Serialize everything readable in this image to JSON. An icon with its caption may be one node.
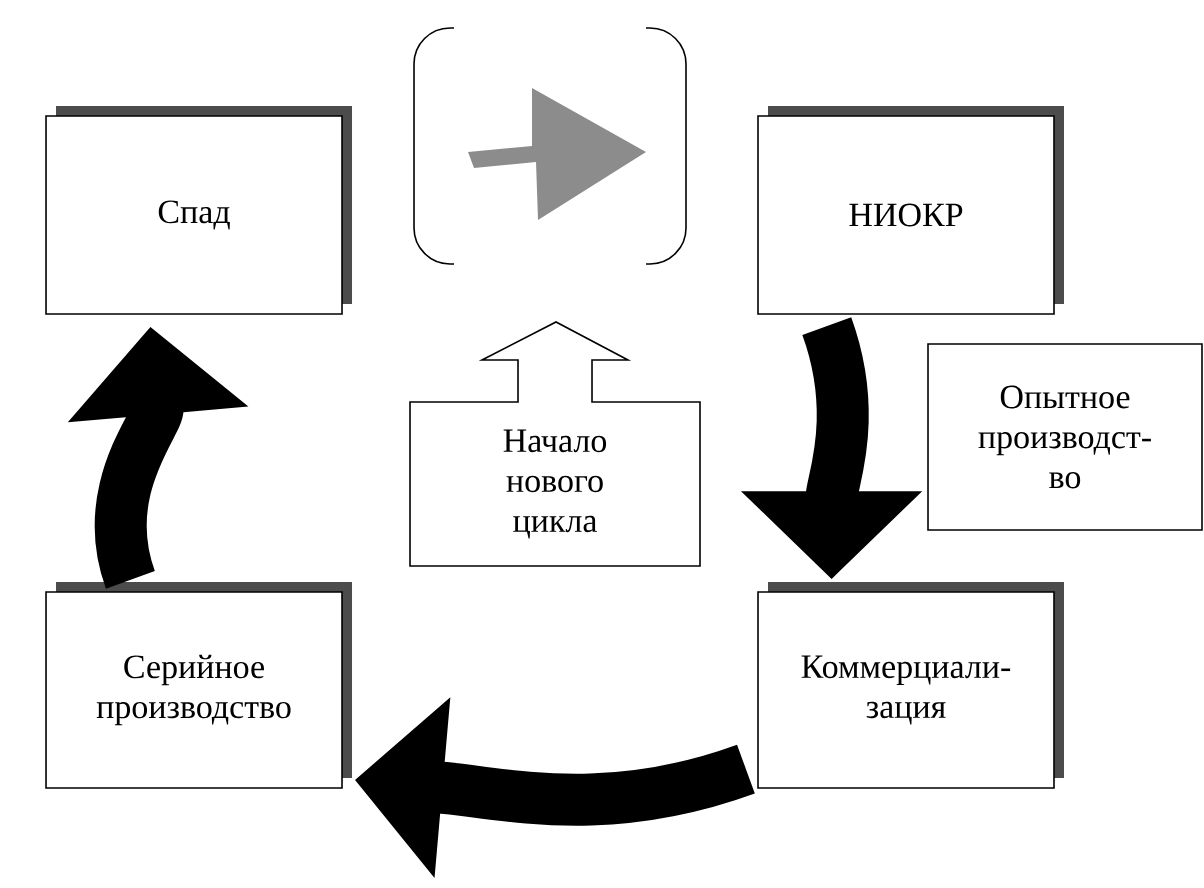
{
  "diagram": {
    "nodes": [
      {
        "text": [
          "Спад"
        ]
      },
      {
        "text": [],
        "shape": "bracket"
      },
      {
        "text": [
          "НИОКР"
        ]
      },
      {
        "text": [
          "Начало нового цикла"
        ]
      },
      {
        "text": [
          "Опытное производст-во"
        ]
      },
      {
        "text": [
          "Серийное производство"
        ]
      },
      {
        "text": [
          "Коммерциали-зация"
        ]
      }
    ],
    "edges": [
      {
        "from": 2,
        "to": 6,
        "arrow": "to"
      },
      {
        "from": 6,
        "to": 5,
        "arrow": "to"
      },
      {
        "from": 5,
        "to": 0,
        "arrow": "to"
      }
    ]
  }
}
